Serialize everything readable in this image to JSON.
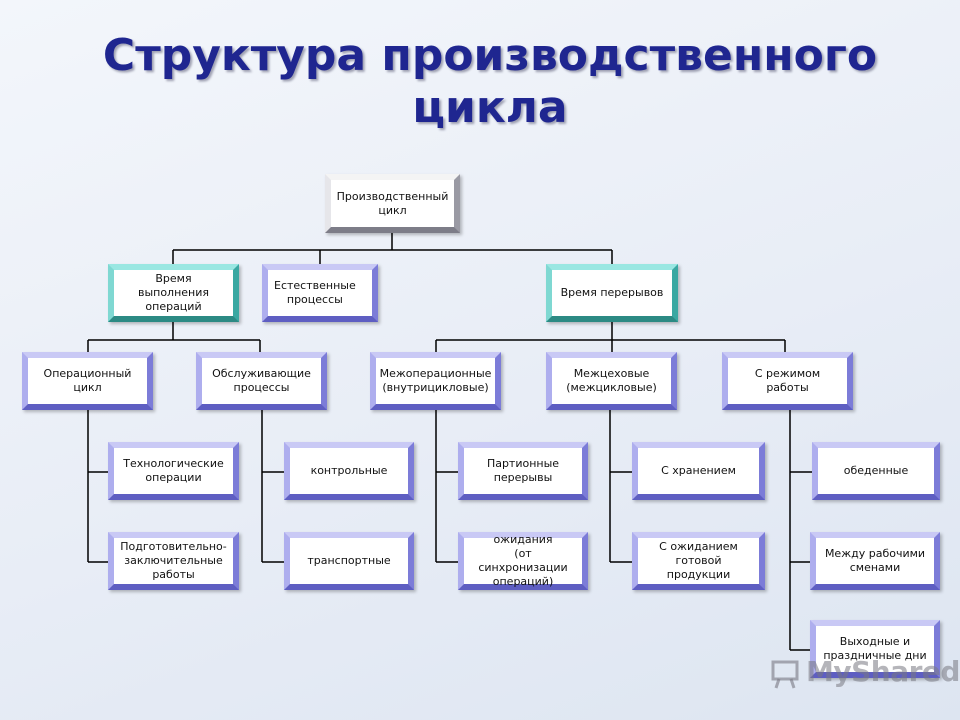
{
  "title": "Структура производственного цикла",
  "nodes": {
    "root": "Производственный\nцикл",
    "operation_time": "Время выполнения\nопераций",
    "natural_processes": "Естественные\nпроцессы",
    "break_time": "Время перерывов",
    "operational_cycle": "Операционный\nцикл",
    "service_processes": "Обслуживающие\nпроцессы",
    "interoperational": "Межоперационные\n(внутрицикловые)",
    "intershop": "Межцеховые\n(межцикловые)",
    "work_mode": "С режимом работы",
    "technological_ops": "Технологические\nоперации",
    "preparatory": "Подготовительно-\nзаключительные\nработы",
    "control": "контрольные",
    "transport": "транспортные",
    "batch_breaks": "Партионные\nперерывы",
    "waiting": "ожидания\n(от синхронизации\nопераций)",
    "with_storage": "С хранением",
    "waiting_output": "С ожиданием\nготовой продукции",
    "lunch": "обеденные",
    "between_shifts": "Между рабочими\nсменами",
    "holidays": "Выходные и\nпраздничные дни"
  },
  "watermark": "MyShared",
  "colors": {
    "title": "#1f2690",
    "teal_frame": "#3aa8a2",
    "blue_frame": "#7c7cd8"
  }
}
